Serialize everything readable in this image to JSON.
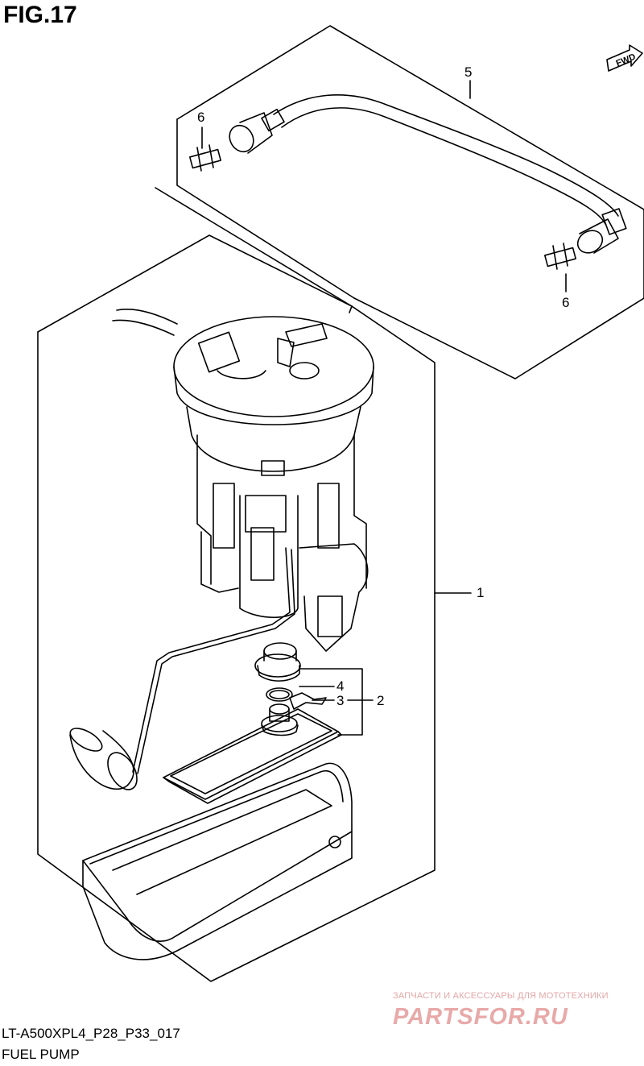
{
  "figure": {
    "title": "FIG.17"
  },
  "direction_marker": {
    "label": "FWD",
    "icon": "forward-arrow-icon"
  },
  "callouts": {
    "c1": "1",
    "c2": "2",
    "c3": "3",
    "c4": "4",
    "c5": "5",
    "c6a": "6",
    "c6b": "6"
  },
  "watermark": {
    "tagline": "ЗАПЧАСТИ И АКСЕССУАРЫ ДЛЯ МОТОТЕХНИКИ",
    "logo": "PARTSFOR.RU"
  },
  "footer": {
    "model_code": "LT-A500XPL4_P28_P33_017",
    "part_name": "FUEL PUMP"
  }
}
